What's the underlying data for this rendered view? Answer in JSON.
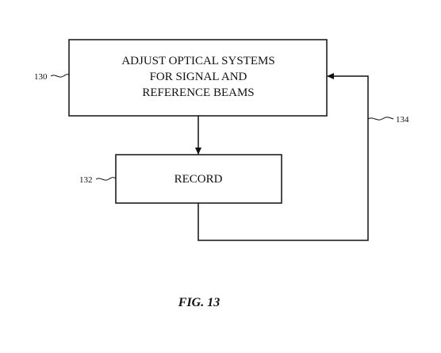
{
  "figure": {
    "label": "FIG. 13"
  },
  "boxes": {
    "adjust": {
      "ref": "130",
      "lines": [
        "ADJUST OPTICAL SYSTEMS",
        "FOR SIGNAL AND",
        "REFERENCE BEAMS"
      ]
    },
    "record": {
      "ref": "132",
      "text": "RECORD"
    }
  },
  "feedback": {
    "ref": "134"
  },
  "colors": {
    "ink": "#111111",
    "background": "#ffffff"
  }
}
